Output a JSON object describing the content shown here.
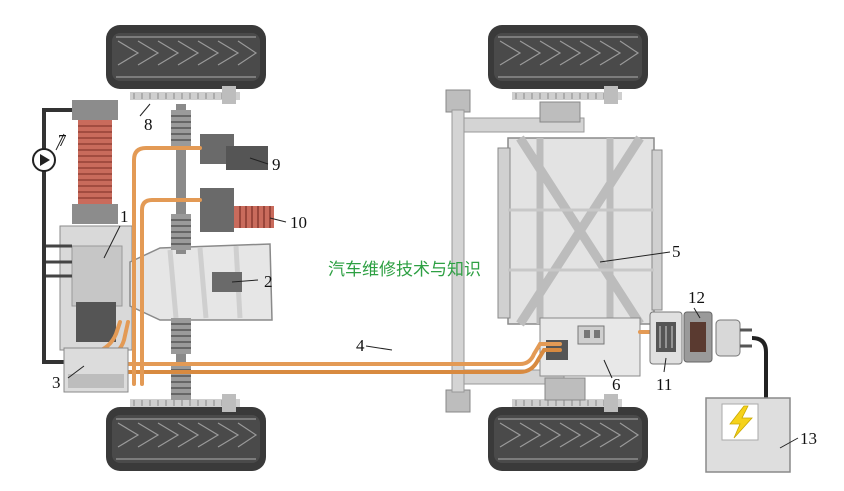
{
  "watermark": "汽车维修技术与知识",
  "colors": {
    "background": "#ffffff",
    "tire": "#3a3a3a",
    "hv_cable": "#e39a55",
    "frame": "#d4d4d4",
    "label_text": "#111111",
    "watermark_text": "#2ea043",
    "lightning": "#f5d21c"
  },
  "callouts": [
    {
      "id": "1",
      "label": "1"
    },
    {
      "id": "2",
      "label": "2"
    },
    {
      "id": "3",
      "label": "3"
    },
    {
      "id": "4",
      "label": "4"
    },
    {
      "id": "5",
      "label": "5"
    },
    {
      "id": "6",
      "label": "6"
    },
    {
      "id": "7",
      "label": "7"
    },
    {
      "id": "8",
      "label": "8"
    },
    {
      "id": "9",
      "label": "9"
    },
    {
      "id": "10",
      "label": "10"
    },
    {
      "id": "11",
      "label": "11"
    },
    {
      "id": "12",
      "label": "12"
    },
    {
      "id": "13",
      "label": "13"
    }
  ],
  "icons": {
    "charger": "lightning-icon",
    "pump": "pump-icon"
  }
}
